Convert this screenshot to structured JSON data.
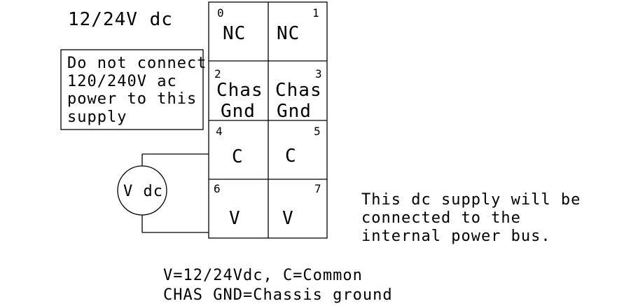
{
  "title": "12/24V dc",
  "warning": {
    "lines": [
      "Do not connect",
      "120/240V ac",
      "power to this",
      "supply"
    ]
  },
  "meter_label": "V dc",
  "terminals": [
    {
      "number": "0",
      "line1": "NC",
      "line2": ""
    },
    {
      "number": "1",
      "line1": "NC",
      "line2": ""
    },
    {
      "number": "2",
      "line1": "Chas",
      "line2": "Gnd"
    },
    {
      "number": "3",
      "line1": "Chas",
      "line2": "Gnd"
    },
    {
      "number": "4",
      "line1": "C",
      "line2": ""
    },
    {
      "number": "5",
      "line1": "C",
      "line2": ""
    },
    {
      "number": "6",
      "line1": "V",
      "line2": ""
    },
    {
      "number": "7",
      "line1": "V",
      "line2": ""
    }
  ],
  "note": {
    "lines": [
      "This dc supply will be",
      "connected to the",
      "internal power bus."
    ]
  },
  "legend": {
    "lines": [
      "V=12/24Vdc, C=Common",
      "CHAS GND=Chassis ground"
    ]
  }
}
